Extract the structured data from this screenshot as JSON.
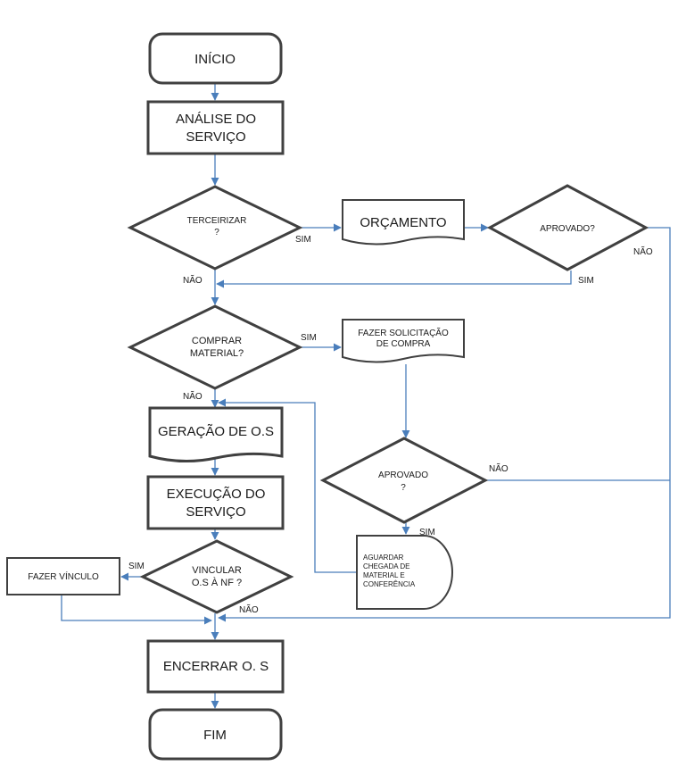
{
  "nodes": {
    "inicio": "INÍCIO",
    "analise_l1": "ANÁLISE DO",
    "analise_l2": "SERVIÇO",
    "terceirizar_l1": "TERCEIRIZAR",
    "terceirizar_l2": "?",
    "orcamento": "ORÇAMENTO",
    "aprovado1": "APROVADO?",
    "comprar_l1": "COMPRAR",
    "comprar_l2": "MATERIAL?",
    "solicitacao_l1": "FAZER SOLICITAÇÃO",
    "solicitacao_l2": "DE COMPRA",
    "geracao": "GERAÇÃO DE O.S",
    "aprovado2_l1": "APROVADO",
    "aprovado2_l2": "?",
    "execucao_l1": "EXECUÇÃO  DO",
    "execucao_l2": "SERVIÇO",
    "aguardar_l1": "AGUARDAR",
    "aguardar_l2": "CHEGADA DE",
    "aguardar_l3": "MATERIAL E",
    "aguardar_l4": "CONFERÊNCIA",
    "vincular_l1": "VINCULAR",
    "vincular_l2": "O.S À NF ?",
    "vinculo": "FAZER VÍNCULO",
    "encerrar": "ENCERRAR  O. S",
    "fim": "FIM"
  },
  "edge_labels": {
    "terceirizar_sim": "SIM",
    "terceirizar_nao": "NÃO",
    "aprovado1_nao": "NÃO",
    "aprovado1_sim": "SIM",
    "comprar_sim": "SIM",
    "comprar_nao": "NÃO",
    "aprovado2_nao": "NÃO",
    "aprovado2_sim": "SIM",
    "vincular_sim": "SIM",
    "vincular_nao": "NÃO"
  },
  "colors": {
    "connector": "#4a7ebb",
    "shape_border": "#404040"
  }
}
